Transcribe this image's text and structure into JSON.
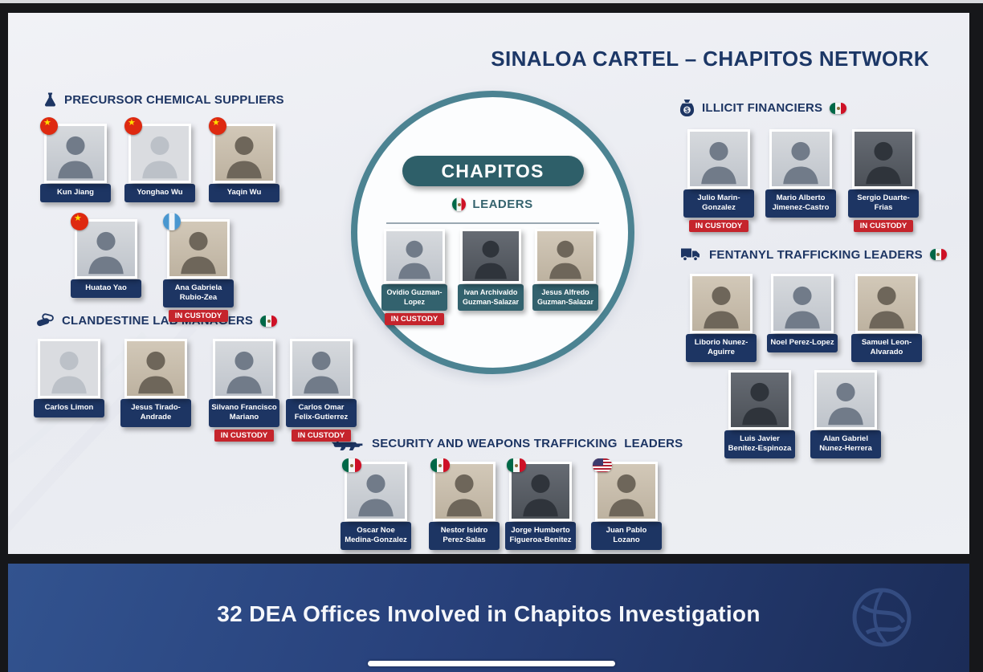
{
  "title": "SINALOA CARTEL – CHAPITOS NETWORK",
  "custody_label": "IN CUSTODY",
  "center": {
    "label": "CHAPITOS",
    "sublabel": "LEADERS",
    "flag": "mexico",
    "leaders": [
      {
        "name": "Ovidio Guzman-Lopez",
        "custody": true
      },
      {
        "name": "Ivan Archivaldo Guzman-Salazar",
        "custody": false
      },
      {
        "name": "Jesus Alfredo Guzman-Salazar",
        "custody": false
      }
    ]
  },
  "sections": [
    {
      "label": "PRECURSOR CHEMICAL SUPPLIERS",
      "icon": "flask-icon",
      "flag": null,
      "people": [
        {
          "name": "Kun Jiang",
          "flag": "china",
          "custody": false
        },
        {
          "name": "Yonghao Wu",
          "flag": "china",
          "custody": false
        },
        {
          "name": "Yaqin Wu",
          "flag": "china",
          "custody": false
        },
        {
          "name": "Huatao Yao",
          "flag": "china",
          "custody": false
        },
        {
          "name": "Ana Gabriela Rubio-Zea",
          "flag": "guatemala",
          "custody": true
        }
      ]
    },
    {
      "label": "CLANDESTINE LAB MANAGERS",
      "icon": "pills-icon",
      "flag": "mexico",
      "people": [
        {
          "name": "Carlos Limon",
          "custody": false
        },
        {
          "name": "Jesus Tirado-Andrade",
          "custody": false
        },
        {
          "name": "Silvano Francisco Mariano",
          "custody": true
        },
        {
          "name": "Carlos Omar Felix-Gutierrez",
          "custody": true
        }
      ]
    },
    {
      "label": "ILLICIT FINANCIERS",
      "icon": "money-bag-icon",
      "flag": "mexico",
      "people": [
        {
          "name": "Julio Marin-Gonzalez",
          "custody": true
        },
        {
          "name": "Mario Alberto Jimenez-Castro",
          "custody": false
        },
        {
          "name": "Sergio Duarte-Frias",
          "custody": true
        }
      ]
    },
    {
      "label": "FENTANYL TRAFFICKING LEADERS",
      "icon": "truck-icon",
      "flag": "mexico",
      "people": [
        {
          "name": "Liborio Nunez-Aguirre",
          "custody": false
        },
        {
          "name": "Noel Perez-Lopez",
          "custody": false
        },
        {
          "name": "Samuel Leon-Alvarado",
          "custody": false
        },
        {
          "name": "Luis Javier Benitez-Espinoza",
          "custody": false
        },
        {
          "name": "Alan Gabriel Nunez-Herrera",
          "custody": false
        }
      ]
    },
    {
      "label": "SECURITY AND WEAPONS TRAFFICKING  LEADERS",
      "icon": "rifle-icon",
      "flag": null,
      "people": [
        {
          "name": "Oscar Noe Medina-Gonzalez",
          "flag": "mexico",
          "custody": false
        },
        {
          "name": "Nestor Isidro Perez-Salas",
          "flag": "mexico",
          "custody": false
        },
        {
          "name": "Jorge Humberto Figueroa-Benitez",
          "flag": "mexico",
          "custody": false
        },
        {
          "name": "Juan Pablo Lozano",
          "flag": "usa",
          "custody": false
        }
      ]
    }
  ],
  "banner": {
    "text": "32 DEA Offices Involved in Chapitos Investigation"
  },
  "colors": {
    "navy": "#1d3563",
    "teal_ring": "#4c8392",
    "teal_dark": "#2e5f69",
    "custody_red": "#c5242c",
    "banner_blue": "#2d4d8c"
  }
}
